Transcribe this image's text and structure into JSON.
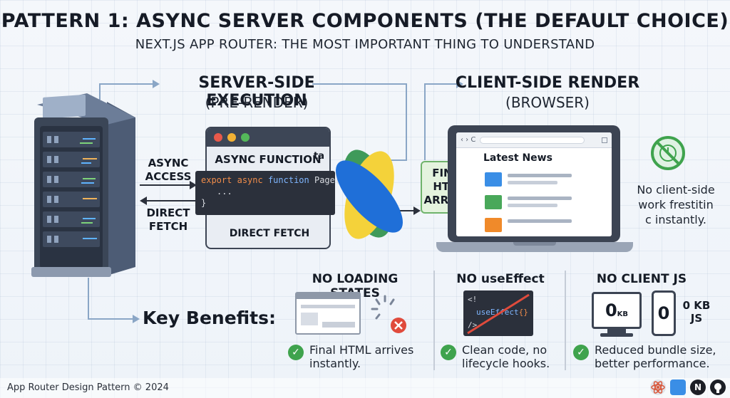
{
  "header": {
    "title": "PATTERN 1: ASYNC SERVER COMPONENTS (THE DEFAULT CHOICE)",
    "subtitle": "NEXT.JS APP ROUTER: THE MOST IMPORTANT THING TO UNDERSTAND"
  },
  "server": {
    "heading": "SERVER-SIDE EXECUTION",
    "subheading": "(PRE-RENDER)",
    "async_access_label_1": "ASYNC",
    "async_access_label_2": "ACCESS",
    "direct_fetch_label_1": "DIRECT",
    "direct_fetch_label_2": "FETCH",
    "window_title": "ASYNC FUNCTION",
    "code_line_1_kw1": "export",
    "code_line_1_kw2": "async",
    "code_line_1_kw3": "function",
    "code_line_1_name": "Page()",
    "code_line_2": "...",
    "code_line_3": "}",
    "direct_fetch_caption": "DIRECT FETCH",
    "partial_tab_text": "ta"
  },
  "client": {
    "heading": "CLIENT-SIDE RENDER",
    "subheading": "(BROWSER)",
    "final_html_1": "FINAL",
    "final_html_2": "HTML",
    "final_html_3": "ARRIVES",
    "browser_url_icons": "‹ › C",
    "news_title": "Latest News",
    "no_client_work_1": "No client-side",
    "no_client_work_2": "work frestitin",
    "no_client_work_3": "c instantly."
  },
  "benefits": {
    "key_benefits_label": "Key Benefits:",
    "items": [
      {
        "heading": "NO LOADING STATES",
        "text_1": "Final HTML arrives",
        "text_2": "instantly."
      },
      {
        "heading": "NO useEffect",
        "code_1": "<!",
        "code_2": "useEffect",
        "code_2b": "{}",
        "code_3": "/>",
        "text_1": "Clean code, no",
        "text_2": "lifecycle hooks."
      },
      {
        "heading": "NO CLIENT JS",
        "monitor_value": "0",
        "monitor_unit": "KB",
        "phone_value": "0",
        "kb_1": "0 KB",
        "kb_2": "JS",
        "text_1": "Reduced bundle size,",
        "text_2": "better performance."
      }
    ]
  },
  "footer": {
    "text": "App Router Design Pattern © 2024"
  },
  "colors": {
    "accent_green": "#3fa34d",
    "accent_red": "#e04b3c",
    "news_blue": "#3a8ee6",
    "news_green": "#49a85a",
    "news_orange": "#f08a2a"
  }
}
